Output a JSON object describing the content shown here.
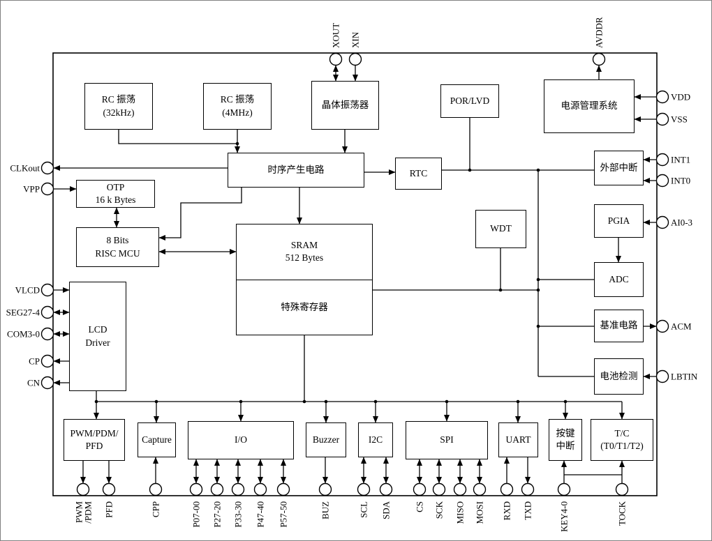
{
  "colors": {
    "line": "#000000",
    "background": "#ffffff"
  },
  "blocks": {
    "rc32k": "RC 振荡\n(32kHz)",
    "rc4m": "RC 振荡\n(4MHz)",
    "crystal": "晶体振荡器",
    "porlvd": "POR/LVD",
    "power": "电源管理系统",
    "timing": "时序产生电路",
    "rtc": "RTC",
    "otp": "OTP\n16 k Bytes",
    "mcu": "8 Bits\nRISC MCU",
    "sram": "SRAM\n512 Bytes",
    "sfr": "特殊寄存器",
    "wdt": "WDT",
    "extint": "外部中断",
    "pgia": "PGIA",
    "adc": "ADC",
    "vref": "基准电路",
    "batt": "电池检测",
    "lcd": "LCD\nDriver",
    "pwm": "PWM/PDM/\nPFD",
    "capture": "Capture",
    "io": "I/O",
    "buzzer": "Buzzer",
    "i2c": "I2C",
    "spi": "SPI",
    "uart": "UART",
    "key": "按键\n中断",
    "tc": "T/C\n(T0/T1/T2)"
  },
  "pins": {
    "xout": "XOUT",
    "xin": "XIN",
    "avddr": "AVDDR",
    "vdd": "VDD",
    "vss": "VSS",
    "int1": "INT1",
    "int0": "INT0",
    "ai03": "AI0-3",
    "acm": "ACM",
    "lbtin": "LBTIN",
    "clkout": "CLKout",
    "vpp": "VPP",
    "vlcd": "VLCD",
    "seg": "SEG27-4",
    "com": "COM3-0",
    "cp": "CP",
    "cn": "CN",
    "pwm1": "PWM",
    "pwm2": "/PDM",
    "pfd": "PFD",
    "cpp": "CPP",
    "p07": "P07-00",
    "p27": "P27-20",
    "p33": "P33-30",
    "p47": "P47-40",
    "p57": "P57-50",
    "buz": "BUZ",
    "scl": "SCL",
    "sda": "SDA",
    "cs": "CS",
    "sck": "SCK",
    "miso": "MISO",
    "mosi": "MOSI",
    "rxd": "RXD",
    "txd": "TXD",
    "key40": "KEY4-0",
    "tock": "TOCK"
  }
}
